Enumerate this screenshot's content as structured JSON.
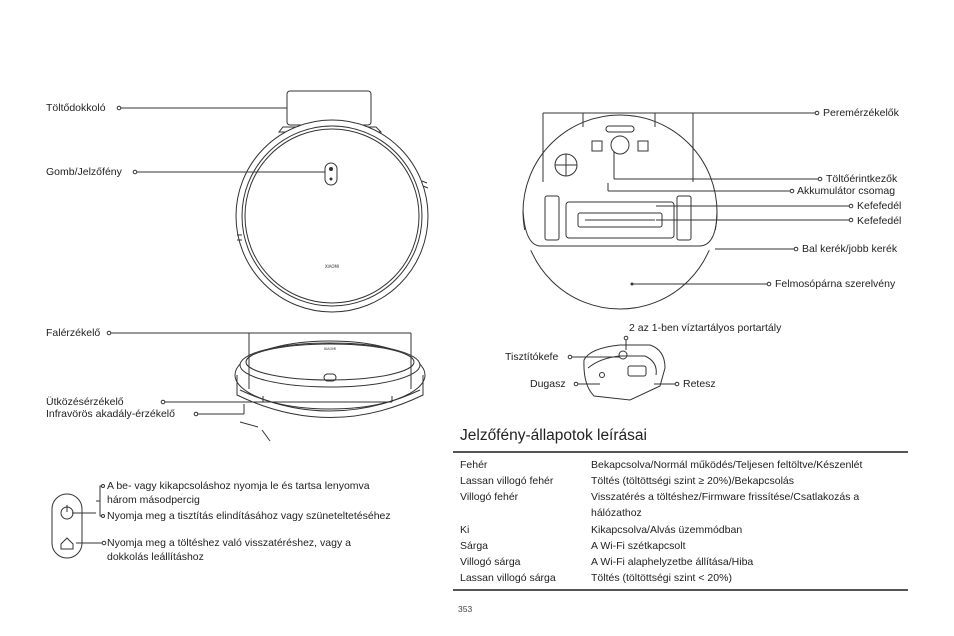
{
  "labels": {
    "dock": "Töltődokkoló",
    "button_light": "Gomb/Jelzőfény",
    "wall_sensor": "Falérzékelő",
    "collision_sensor": "Ütközésérzékelő",
    "ir_sensor": "Infravörös akadály-érzékelő",
    "cliff_sensors": "Peremérzékelők",
    "charge_contacts": "Töltőérintkezők",
    "battery": "Akkumulátor csomag",
    "brush_cover_1": "Kefefedél",
    "brush_cover_2": "Kefefedél",
    "wheels": "Bal kerék/jobb kerék",
    "mop_mount": "Felmosópárna szerelvény",
    "tank": "2 az 1-ben víztartályos portartály",
    "cleaning_brush": "Tisztítókefe",
    "plug": "Dugasz",
    "latch": "Retesz"
  },
  "buttons": {
    "power_line1": "A be- vagy kikapcsoláshoz nyomja le és tartsa lenyomva",
    "power_line2": "három másodpercig",
    "power_line3": "Nyomja meg a tisztítás elindításához vagy szüneteltetéséhez",
    "home_line1": "Nyomja meg a töltéshez való visszatéréshez, vagy a",
    "home_line2": "dokkolás leállításhoz"
  },
  "robot_brand": "XIAOMI",
  "status_section": {
    "title": "Jelzőfény-állapotok leírásai",
    "rows": [
      {
        "state": "Fehér",
        "meaning": "Bekapcsolva/Normál működés/Teljesen feltöltve/Készenlét"
      },
      {
        "state": "Lassan villogó fehér",
        "meaning": "Töltés (töltöttségi szint ≥ 20%)/Bekapcsolás"
      },
      {
        "state": "Villogó fehér",
        "meaning": "Visszatérés a töltéshez/Firmware frissítése/Csatlakozás a"
      },
      {
        "state": "",
        "meaning": "hálózathoz"
      },
      {
        "state": "Ki",
        "meaning": "Kikapcsolva/Alvás üzemmódban"
      },
      {
        "state": "Sárga",
        "meaning": "A Wi-Fi szétkapcsolt"
      },
      {
        "state": "Villogó sárga",
        "meaning": "A Wi-Fi alaphelyzetbe állítása/Hiba"
      },
      {
        "state": "Lassan villogó sárga",
        "meaning": "Töltés (töltöttségi szint < 20%)"
      }
    ]
  },
  "page_number": "353"
}
